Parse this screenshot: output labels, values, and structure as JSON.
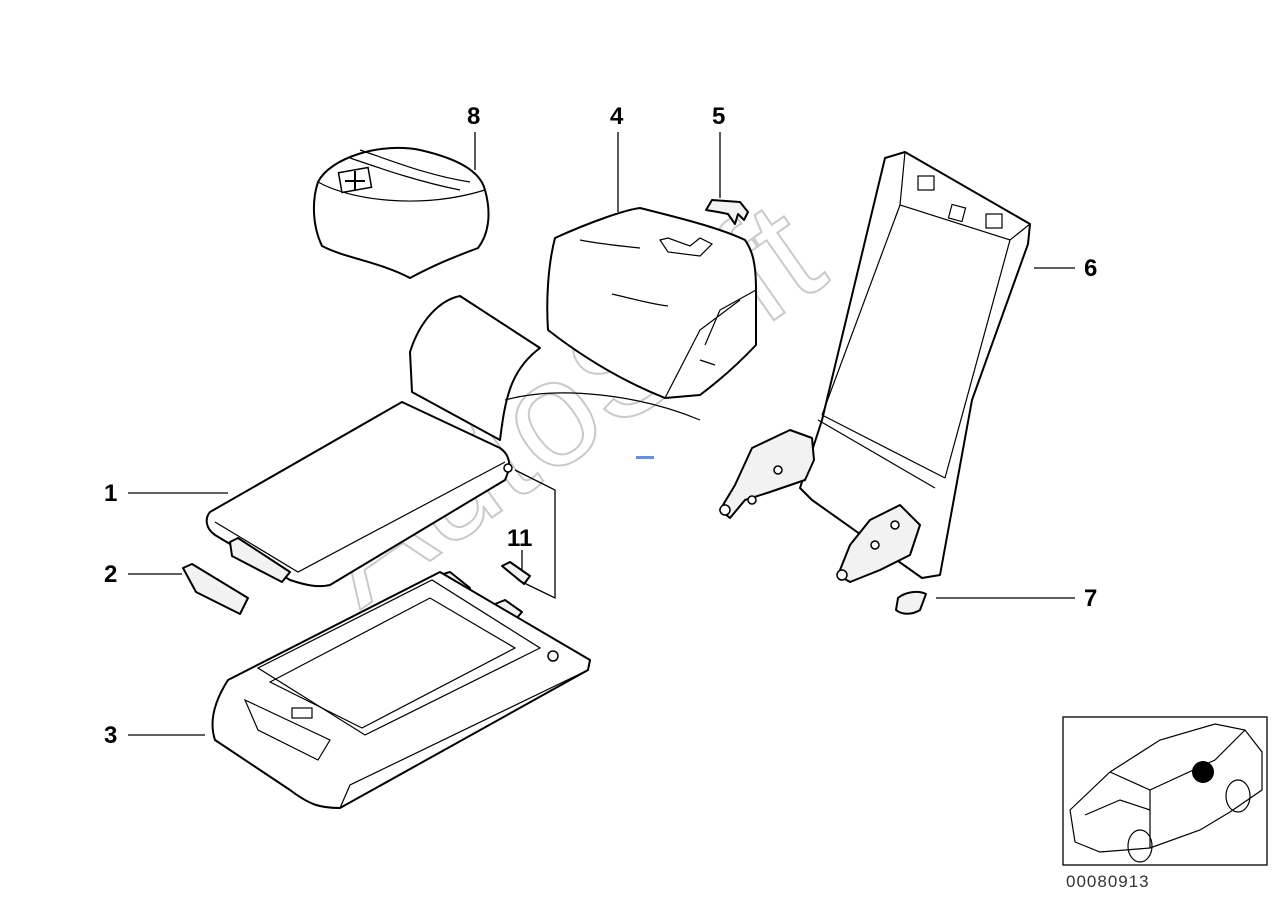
{
  "callouts": {
    "c1": "1",
    "c2": "2",
    "c3": "3",
    "c4": "4",
    "c5": "5",
    "c6": "6",
    "c7": "7",
    "c8": "8",
    "c11": "11"
  },
  "watermark": "AutoSoft",
  "diagram_id": "00080913",
  "colors": {
    "line": "#000000",
    "part_fill": "#f2f2f2",
    "watermark": "#c9c9c9",
    "location_marker": "#000000"
  }
}
